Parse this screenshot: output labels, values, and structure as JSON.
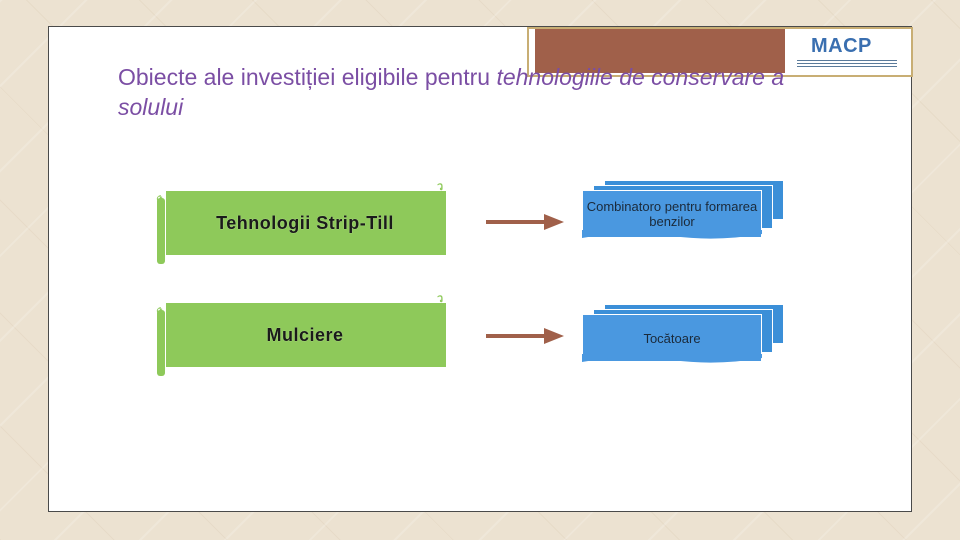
{
  "header": {
    "logo_text_main": "MACP"
  },
  "title": {
    "part1": "Obiecte ale investiției eligibile pentru ",
    "part2": "tehnologiile de conservare a solului"
  },
  "rows": [
    {
      "left": "Tehnologii Strip-Till",
      "right": "Combinatoro pentru formarea benzilor"
    },
    {
      "left": "Mulciere",
      "right": "Tocătoare"
    }
  ],
  "colors": {
    "green": "#8ec95a",
    "blue": "#4a98e0",
    "arrow": "#a0604a",
    "title": "#7b4ea4"
  }
}
